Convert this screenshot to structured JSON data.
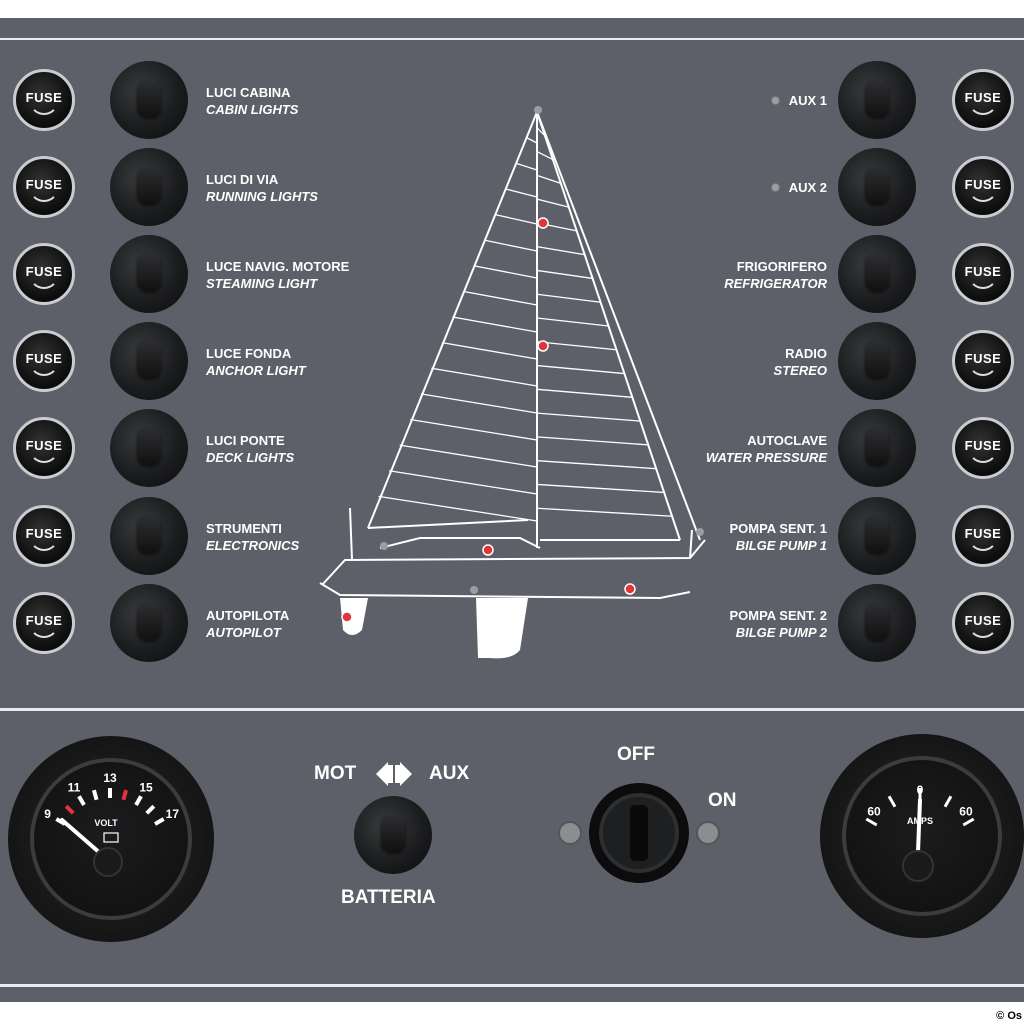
{
  "left_circuits": [
    {
      "it": "LUCI CABINA",
      "en": "CABIN LIGHTS"
    },
    {
      "it": "LUCI DI VIA",
      "en": "RUNNING LIGHTS"
    },
    {
      "it": "LUCE NAVIG. MOTORE",
      "en": "STEAMING LIGHT"
    },
    {
      "it": "LUCE FONDA",
      "en": "ANCHOR LIGHT"
    },
    {
      "it": "LUCI PONTE",
      "en": "DECK LIGHTS"
    },
    {
      "it": "STRUMENTI",
      "en": "ELECTRONICS"
    },
    {
      "it": "AUTOPILOTA",
      "en": "AUTOPILOT"
    }
  ],
  "right_circuits": [
    {
      "it": "AUX 1",
      "en": ""
    },
    {
      "it": "AUX 2",
      "en": ""
    },
    {
      "it": "FRIGORIFERO",
      "en": "REFRIGERATOR"
    },
    {
      "it": "RADIO",
      "en": "STEREO"
    },
    {
      "it": "AUTOCLAVE",
      "en": "WATER PRESSURE"
    },
    {
      "it": "POMPA SENT. 1",
      "en": "BILGE PUMP 1"
    },
    {
      "it": "POMPA SENT. 2",
      "en": "BILGE PUMP 2"
    }
  ],
  "fuse_label": "FUSE",
  "battery_selector": {
    "left": "MOT",
    "right": "AUX",
    "label": "BATTERIA"
  },
  "main_switch": {
    "off": "OFF",
    "on": "ON"
  },
  "volt_gauge": {
    "unit": "VOLT",
    "ticks": [
      "9",
      "11",
      "13",
      "15",
      "17"
    ],
    "reading": 9
  },
  "amp_gauge": {
    "unit": "AMPS",
    "ticks": [
      "60",
      "0",
      "60"
    ],
    "reading": 0
  },
  "copyright": "© Os",
  "colors": {
    "panel": "#5d6068",
    "lines": "#e9ebee",
    "led_red": "#e0353a"
  }
}
